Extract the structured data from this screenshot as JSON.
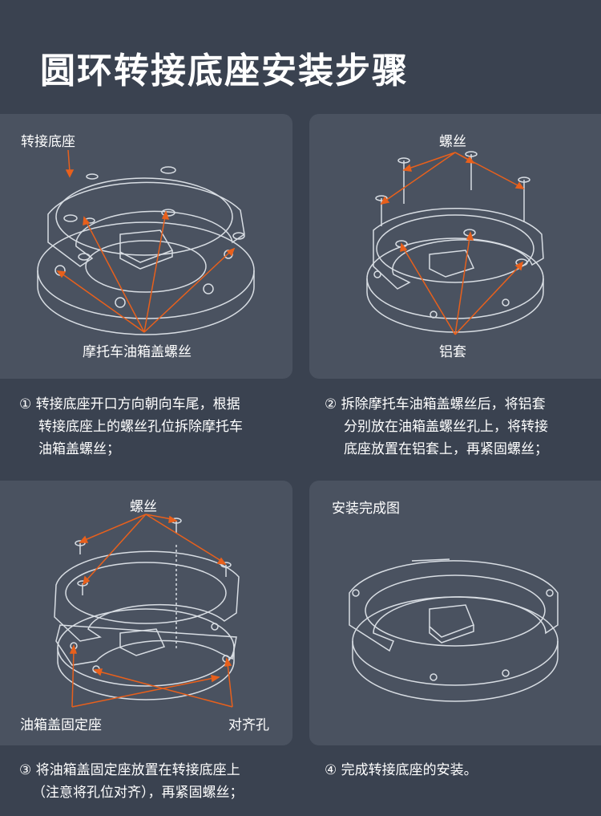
{
  "page_title": "圆环转接底座安装步骤",
  "panels": {
    "p1": {
      "label_top": "转接底座",
      "label_bottom": "摩托车油箱盖螺丝"
    },
    "p2": {
      "label_top": "螺丝",
      "label_bottom": "铝套"
    },
    "p3": {
      "label_top": "螺丝",
      "label_left": "油箱盖固定座",
      "label_right": "对齐孔"
    },
    "p4": {
      "label_top": "安装完成图"
    }
  },
  "steps": {
    "s1": {
      "num": "①",
      "line1": "转接底座开口方向朝向车尾，根据",
      "line2": "转接底座上的螺丝孔位拆除摩托车",
      "line3": "油箱盖螺丝；"
    },
    "s2": {
      "num": "②",
      "line1": "拆除摩托车油箱盖螺丝后，将铝套",
      "line2": "分别放在油箱盖螺丝孔上，将转接",
      "line3": "底座放置在铝套上，再紧固螺丝；"
    },
    "s3": {
      "num": "③",
      "line1": "将油箱盖固定座放置在转接底座上",
      "line2": "（注意将孔位对齐），再紧固螺丝；"
    },
    "s4": {
      "num": "④",
      "line1": "完成转接底座的安装。"
    }
  },
  "colors": {
    "background": "#3a4250",
    "panel": "#4a5260",
    "arrow": "#e8601c",
    "line": "#d8dde3"
  }
}
